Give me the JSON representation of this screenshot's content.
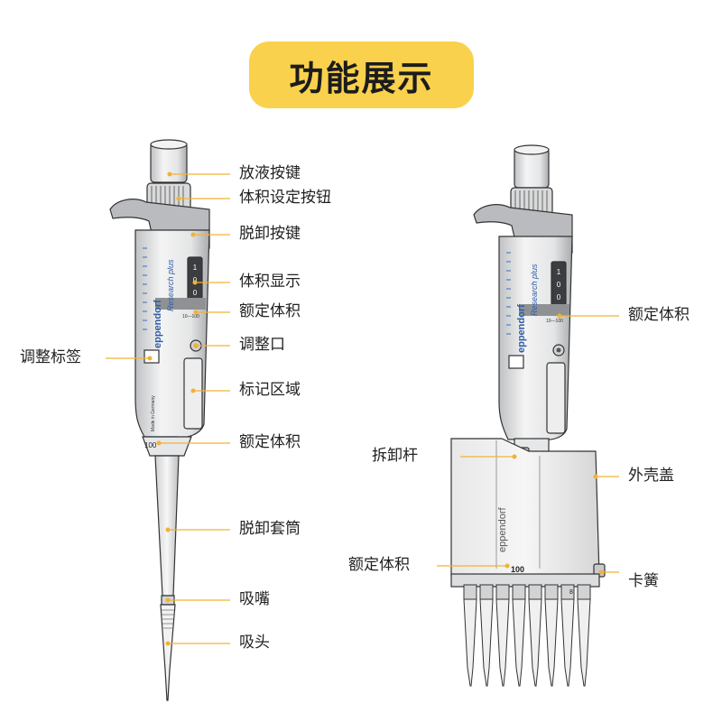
{
  "title": "功能展示",
  "accent_color": "#f9d14c",
  "left_pipette": {
    "brand": "eppendorf",
    "model": "Research plus",
    "volume_range": "10—100",
    "volume_mark": "100",
    "display_digits": [
      "1",
      "0",
      "0"
    ],
    "made_in": "Made in Germany",
    "labels": {
      "dispense_button": "放液按键",
      "volume_knob": "体积设定按钮",
      "tip_eject_button": "脱卸按键",
      "volume_display": "体积显示",
      "rated_volume_upper": "额定体积",
      "adjust_label": "调整标签",
      "adjust_port": "调整口",
      "marking_area": "标记区域",
      "rated_volume_lower": "额定体积",
      "ejector_sleeve": "脱卸套筒",
      "nozzle": "吸嘴",
      "tip": "吸头"
    }
  },
  "right_pipette": {
    "brand": "eppendorf",
    "model": "Research plus",
    "volume_range": "10—100",
    "volume_mark": "100",
    "display_digits": [
      "1",
      "0",
      "0"
    ],
    "channel_count_mark": "8",
    "labels": {
      "rated_volume_upper": "额定体积",
      "eject_lever": "拆卸杆",
      "housing_cover": "外壳盖",
      "rated_volume_lower": "额定体积",
      "spring_clip": "卡簧"
    }
  }
}
